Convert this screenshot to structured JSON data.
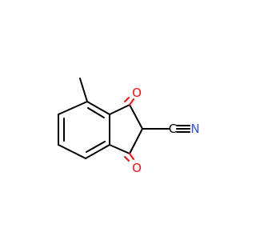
{
  "molecule": {
    "atoms": {
      "o_top": {
        "symbol": "O",
        "color": "#ff0d0d"
      },
      "o_bottom": {
        "symbol": "O",
        "color": "#ff0d0d"
      },
      "n_nitrile": {
        "symbol": "N",
        "color": "#3050f8"
      },
      "c_nitrile": {
        "symbol": "C",
        "color": "#000000"
      }
    }
  }
}
